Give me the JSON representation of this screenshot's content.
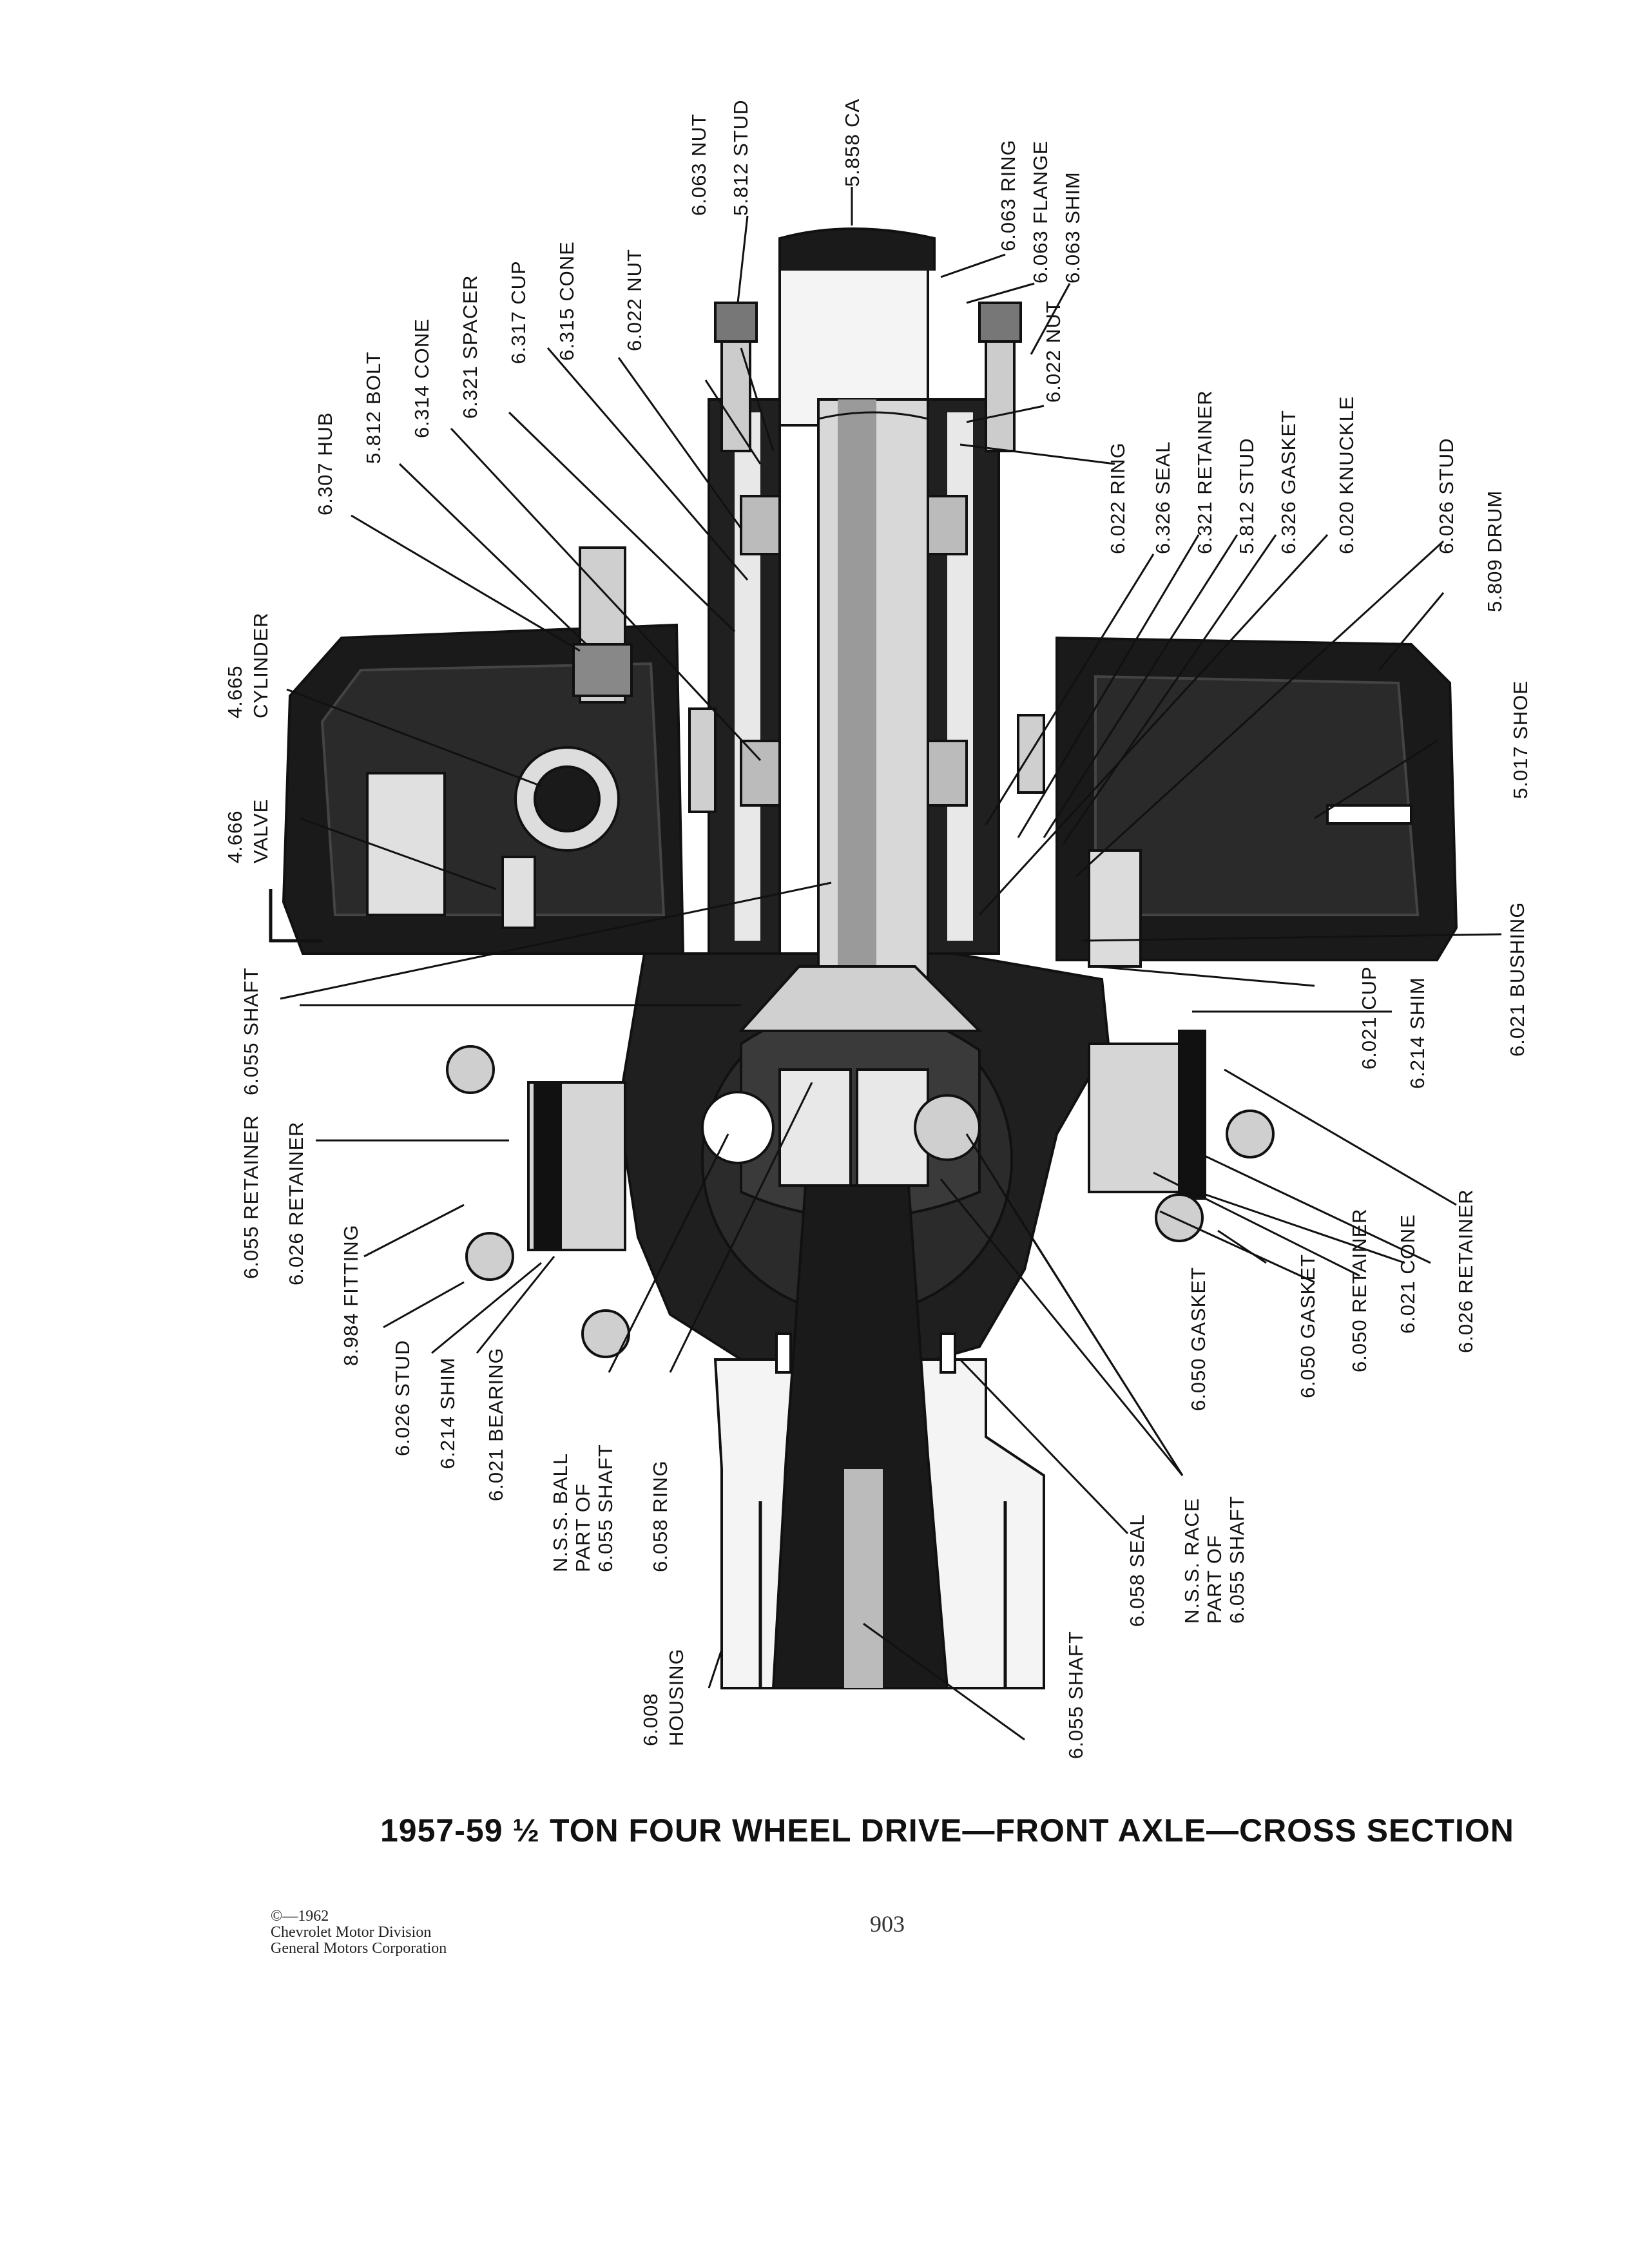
{
  "caption": "1957-59 ½ TON FOUR WHEEL DRIVE—FRONT AXLE—CROSS SECTION",
  "copyright": [
    "©—1962",
    "Chevrolet Motor Division",
    "General Motors Corporation"
  ],
  "page_number": "903",
  "labels": {
    "ca": "5.858 CA",
    "stud_5812_top": "5.812 STUD",
    "nut_6063": "6.063 NUT",
    "nut_6022_left": "6.022 NUT",
    "cone_6315": "6.315 CONE",
    "cup_6317": "6.317 CUP",
    "spacer_6321": "6.321 SPACER",
    "cone_6314": "6.314 CONE",
    "bolt_5812": "5.812 BOLT",
    "hub_6307": "6.307 HUB",
    "cylinder_4665": [
      "4.665",
      "CYLINDER"
    ],
    "valve_4666": [
      "4.666",
      "VALVE"
    ],
    "shaft_6055_left": "6.055 SHAFT",
    "retainer_6055": "6.055 RETAINER",
    "retainer_6026_left": "6.026 RETAINER",
    "fitting_8984": "8.984 FITTING",
    "stud_6026_bottom": "6.026 STUD",
    "shim_6214_left": "6.214 SHIM",
    "bearing_6021": "6.021 BEARING",
    "nss_ball": [
      "N.S.S. BALL",
      "PART OF",
      "6.055 SHAFT"
    ],
    "ring_6058": "6.058 RING",
    "housing_6008": [
      "6.008",
      "HOUSING"
    ],
    "shaft_6055_bottom": "6.055 SHAFT",
    "seal_6058": "6.058 SEAL",
    "nss_race": [
      "N.S.S. RACE",
      "PART OF",
      "6.055 SHAFT"
    ],
    "gasket_6050_a": "6.050 GASKET",
    "gasket_6050_b": "6.050 GASKET",
    "retainer_6050": "6.050 RETAINER",
    "cone_6021": "6.021 CONE",
    "retainer_6026_right": "6.026 RETAINER",
    "shim_6214_right": "6.214 SHIM",
    "cup_6021": "6.021 CUP",
    "bushing_6021": "6.021 BUSHING",
    "ring_6063": "6.063 RING",
    "flange_6063": "6.063 FLANGE",
    "shim_6063": "6.063 SHIM",
    "nut_6022_right": "6.022 NUT",
    "ring_6022": "6.022 RING",
    "seal_6326": "6.326 SEAL",
    "retainer_6321": "6.321 RETAINER",
    "stud_5812_right": "5.812 STUD",
    "gasket_6326": "6.326 GASKET",
    "knuckle_6020": "6.020 KNUCKLE",
    "stud_6026_right": "6.026 STUD",
    "drum_5809": "5.809 DRUM",
    "shoe_5017": "5.017 SHOE"
  }
}
